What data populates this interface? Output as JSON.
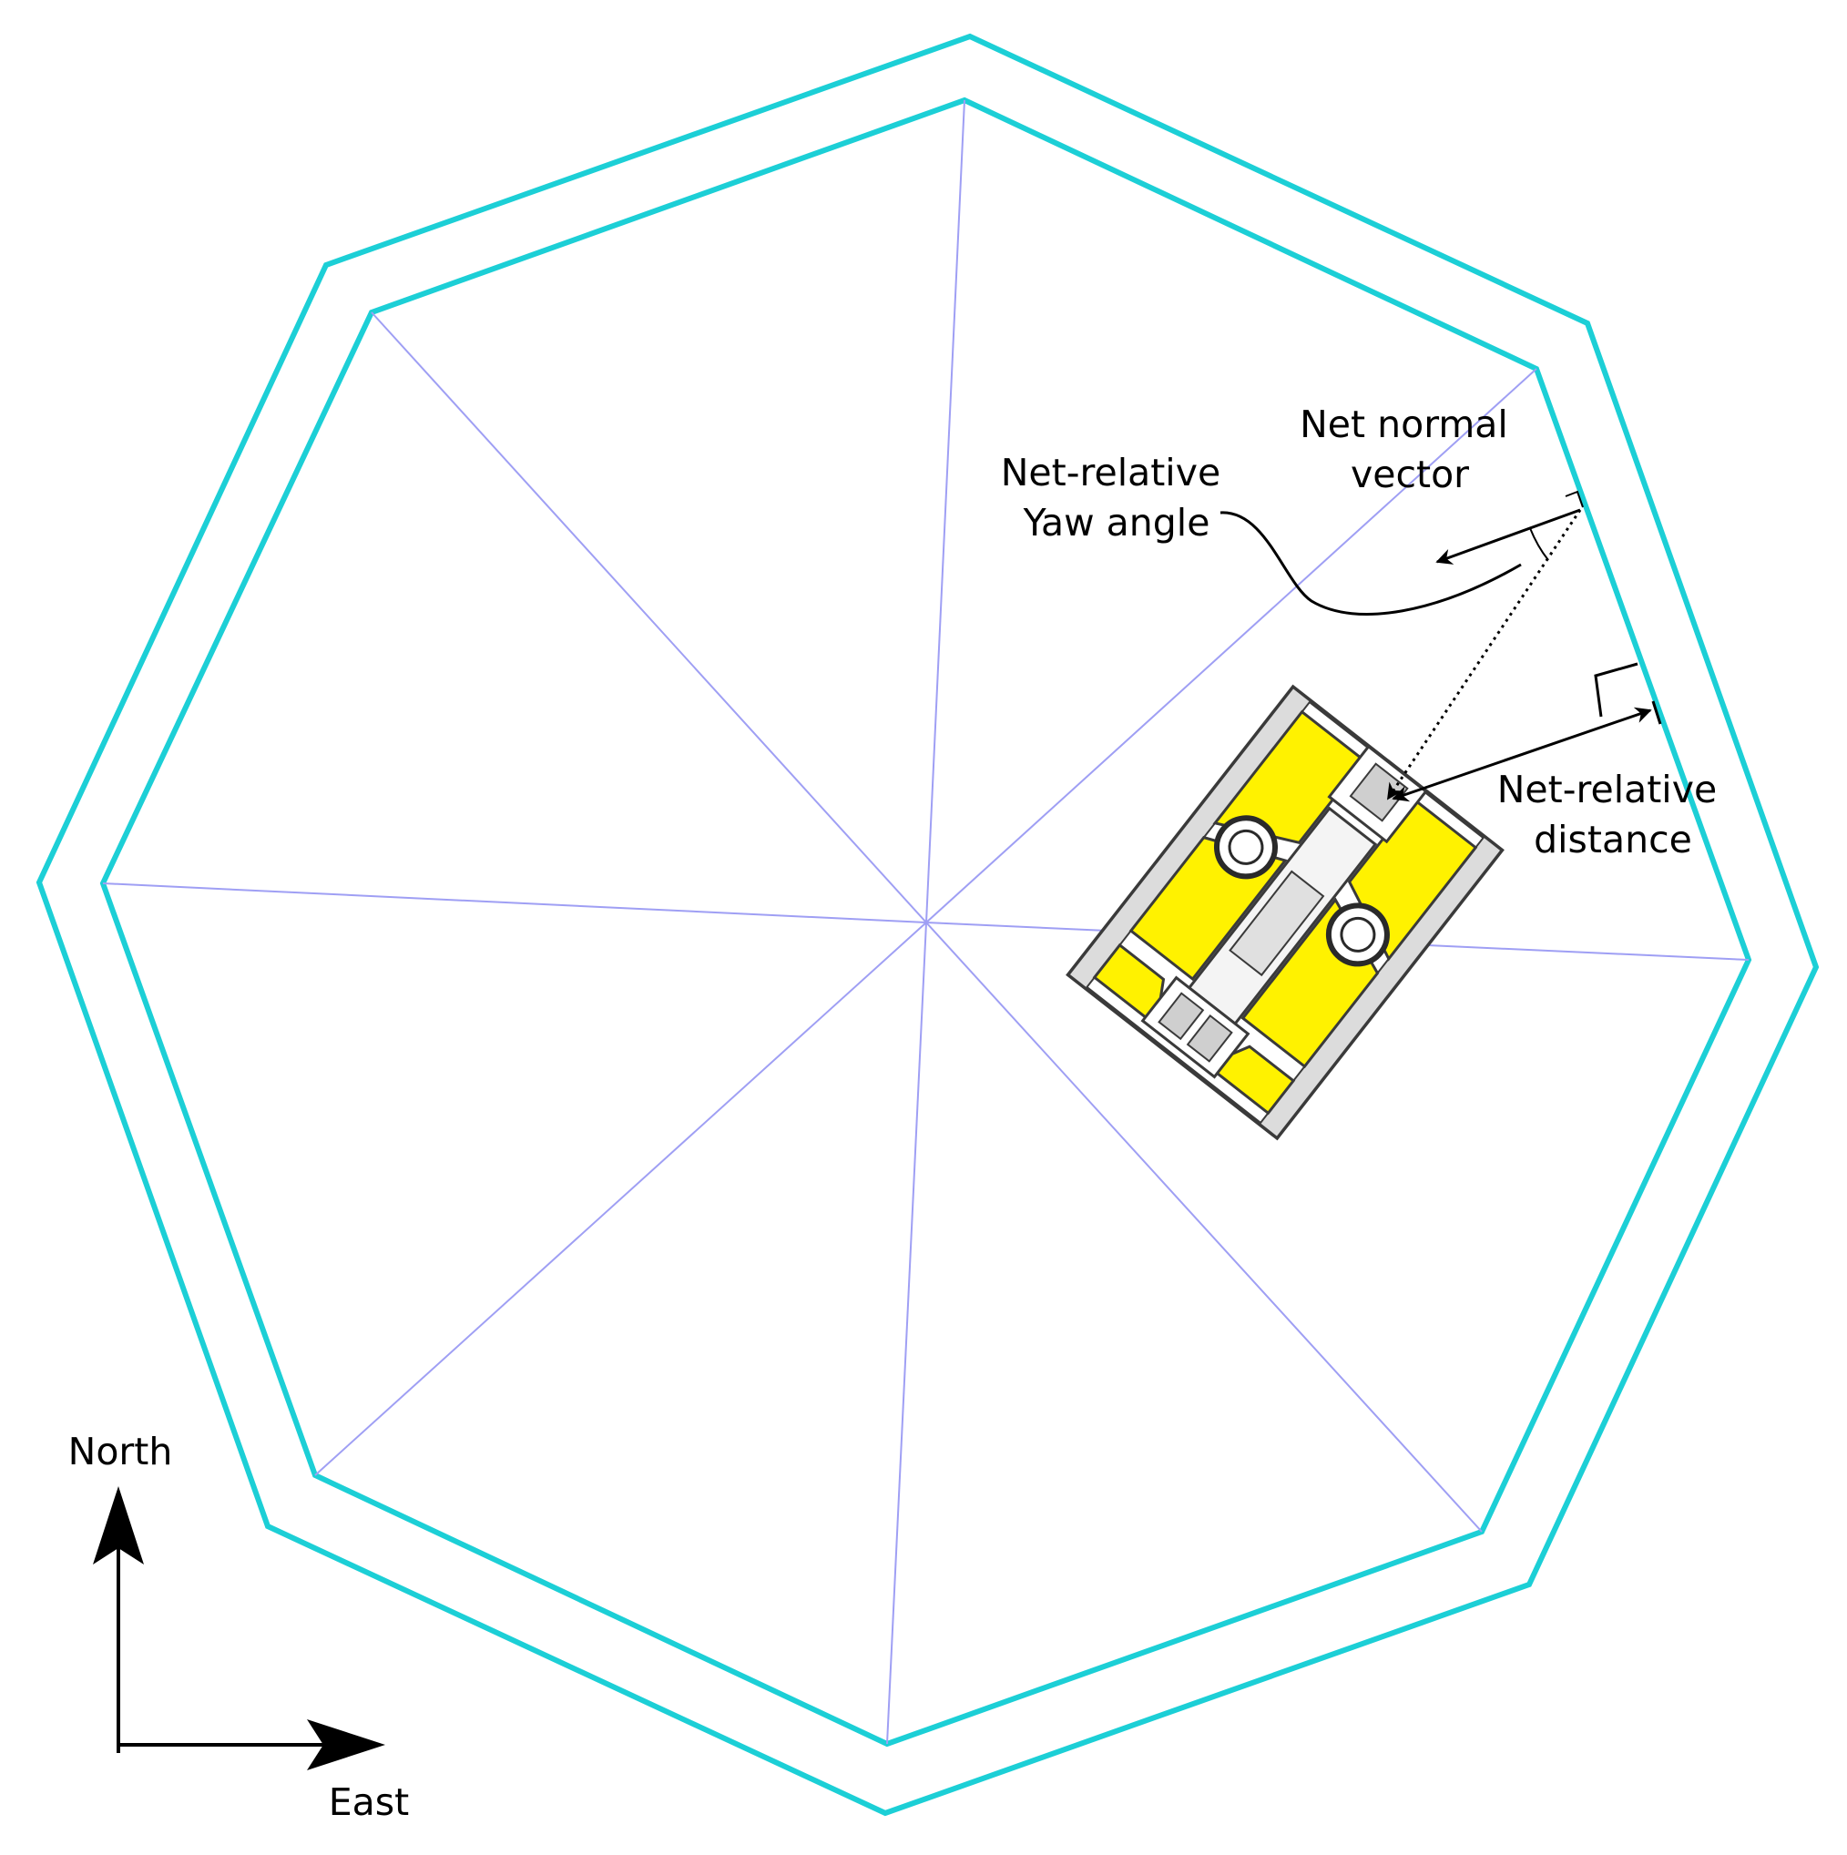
{
  "labels": {
    "net_normal_vector": [
      "Net normal",
      "vector"
    ],
    "net_relative_yaw": [
      "Net-relative",
      "Yaw angle"
    ],
    "net_relative_distance": [
      "Net-relative",
      "distance"
    ],
    "compass_north": "North",
    "compass_east": "East"
  },
  "colors": {
    "net_outline": "#1ccfd6",
    "radial_lines": "#9f9ff4",
    "rov_body": "#fff200",
    "rov_frame": "#3a3a3a",
    "annotation": "#000000"
  },
  "icons": {
    "rov": "rov-topview-icon",
    "compass": "compass-arrows-icon"
  }
}
